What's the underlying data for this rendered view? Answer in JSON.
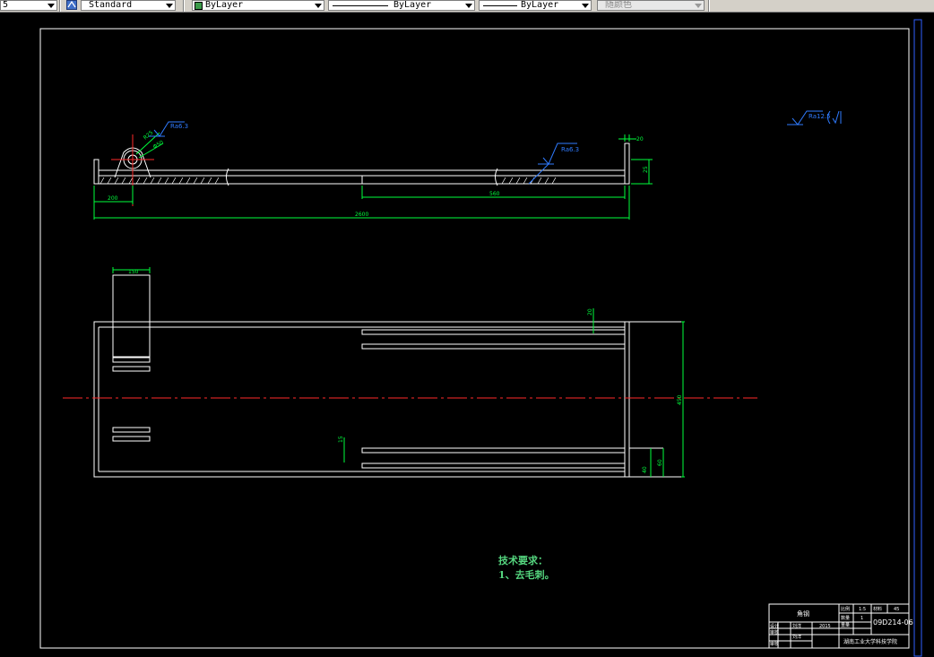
{
  "toolbar": {
    "field0_value": "5",
    "textstyle_value": "Standard",
    "layer_value": "ByLayer",
    "linetype_value": "ByLayer",
    "lineweight_value": "ByLayer",
    "color_value": "随颜色",
    "layer_swatch_color": "#3c9a4a"
  },
  "drawing": {
    "colors": {
      "geometry": "#ffffff",
      "dimension": "#00ff3c",
      "centerline": "#ff2a2a",
      "annotation": "#2f7bff",
      "title_block": "#ffffff"
    },
    "roughness_labels": [
      "Ra6.3",
      "Ra6.3",
      "Ra12.5"
    ],
    "front_view_dims": [
      "R25",
      "Φ50",
      "200",
      "560",
      "2600",
      "20",
      "25"
    ],
    "top_view_dims": [
      "150",
      "20",
      "450",
      "15",
      "60",
      "40"
    ]
  },
  "notes": {
    "heading": "技术要求：",
    "item1": "1、去毛刺。"
  },
  "title_block": {
    "part_name": "角钢",
    "scale_label": "比例",
    "scale_value": "1:5",
    "qty_label": "数量",
    "qty_value": "1",
    "material_label": "材料",
    "material_value": "45",
    "weight_label": "重量",
    "drawing_no": "09D214-06",
    "design_label": "设计",
    "designer": "刘洋",
    "date": "2015",
    "check_label": "审核",
    "approve_label": "审核",
    "approver": "刘洋",
    "school": "湖南工业大学科技学院"
  }
}
